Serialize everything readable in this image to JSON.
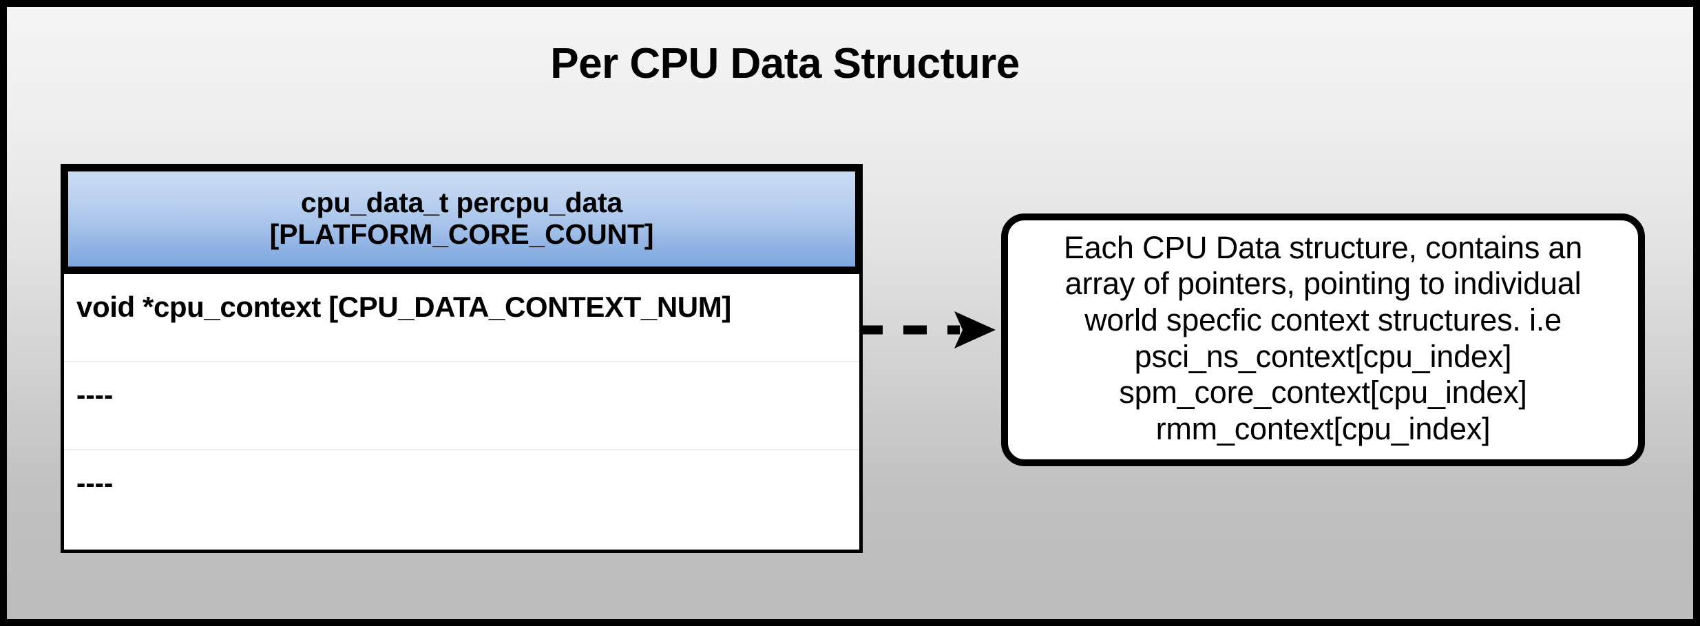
{
  "page": {
    "title": "Per CPU Data Structure",
    "background_top_color": "#f4f4f4",
    "background_bottom_color": "#bcbcbc",
    "frame_color": "#000000"
  },
  "struct_table": {
    "header": {
      "line1": "cpu_data_t percpu_data",
      "line2": "[PLATFORM_CORE_COUNT]",
      "gradient_top_color": "#c9dbf4",
      "gradient_bottom_color": "#7ea7e0",
      "border_color": "#000000"
    },
    "rows": [
      {
        "text": "void *cpu_context [CPU_DATA_CONTEXT_NUM]"
      },
      {
        "text": "----"
      },
      {
        "text": "----"
      }
    ],
    "body_background": "#ffffff",
    "row_separator_color": "#eeeeee"
  },
  "connector": {
    "style": "dashed-arrow",
    "direction": "right",
    "color": "#000000",
    "dash_count": 3
  },
  "note": {
    "lines": [
      "Each CPU Data structure, contains an",
      "array of pointers, pointing to individual",
      "world specfic context structures. i.e",
      "psci_ns_context[cpu_index]",
      "spm_core_context[cpu_index]",
      "rmm_context[cpu_index]"
    ],
    "background": "#ffffff",
    "border_color": "#000000"
  }
}
